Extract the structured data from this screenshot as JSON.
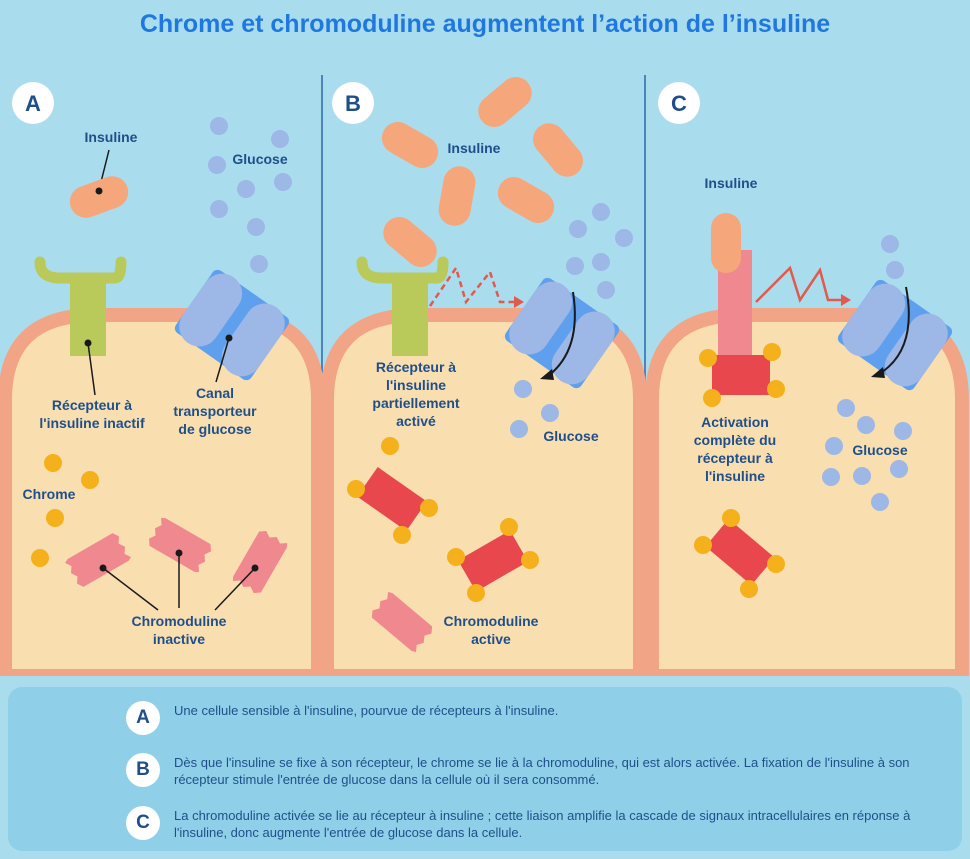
{
  "title": "Chrome et chromoduline augmentent l’action de l’insuline",
  "panels": {
    "a": {
      "letter": "A",
      "insuline": "Insuline",
      "glucose": "Glucose",
      "recepteur": [
        "Récepteur à",
        "l'insuline inactif"
      ],
      "canal": [
        "Canal",
        "transporteur",
        "de glucose"
      ],
      "chrome": "Chrome",
      "chromoduline": [
        "Chromoduline",
        "inactive"
      ]
    },
    "b": {
      "letter": "B",
      "insuline": "Insuline",
      "recepteur": [
        "Récepteur à",
        "l'insuline",
        "partiellement",
        "activé"
      ],
      "glucose": "Glucose",
      "chromoduline": [
        "Chromoduline",
        "active"
      ]
    },
    "c": {
      "letter": "C",
      "insuline": "Insuline",
      "activation": [
        "Activation",
        "complète du",
        "récepteur à",
        "l'insuline"
      ],
      "glucose": "Glucose"
    }
  },
  "legend": [
    {
      "letter": "A",
      "text": "Une cellule sensible à l'insuline, pourvue de récepteurs à l'insuline."
    },
    {
      "letter": "B",
      "text": "Dès que l'insuline se fixe à son récepteur, le chrome se lie à la chromoduline, qui est alors activée. La fixation de l'insuline à son récepteur stimule l'entrée de glucose dans la cellule où il sera consommé."
    },
    {
      "letter": "C",
      "text": "La chromoduline activée se lie au récepteur à insuline ; cette liaison amplifie la cascade de signaux intracellulaires en réponse à l'insuline, donc augmente l'entrée de glucose dans la cellule."
    }
  ],
  "colors": {
    "background": "#a9ddee",
    "title": "#1f77e0",
    "label": "#1f4f8a",
    "cell_fill": "#f9dfb0",
    "cell_membrane": "#f2a586",
    "insulin": "#f5a77b",
    "glucose": "#9db7e6",
    "receptor": "#b9c95a",
    "chrome": "#f5b11b",
    "chromoduline_inactive": "#f0888f",
    "chromoduline_active": "#e8474e",
    "transporter": "#9db7e6",
    "signal": "#e05a4e"
  }
}
